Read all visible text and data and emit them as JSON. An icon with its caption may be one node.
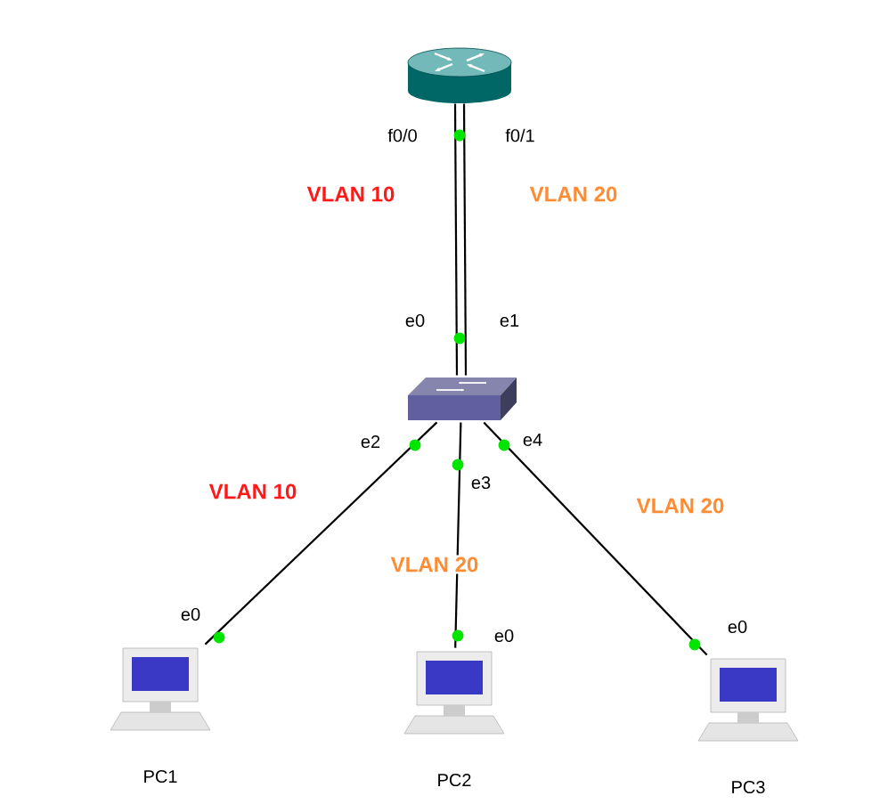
{
  "diagram": {
    "nodes": [
      {
        "text": [],
        "shape": "router"
      },
      {
        "text": [],
        "shape": "switch"
      },
      {
        "text": [],
        "shape": "computer",
        "beside": [
          "PC1"
        ]
      },
      {
        "text": [],
        "shape": "computer",
        "beside": [
          "PC2"
        ]
      },
      {
        "text": [],
        "shape": "computer",
        "beside": [
          "PC3"
        ]
      }
    ],
    "edges": [
      {
        "from": 0,
        "to": 1,
        "arrow": "none",
        "label": "VLAN 10"
      },
      {
        "from": 0,
        "to": 1,
        "arrow": "none",
        "label": "VLAN 20"
      },
      {
        "from": 1,
        "to": 2,
        "arrow": "none",
        "label": "VLAN 10"
      },
      {
        "from": 1,
        "to": 3,
        "arrow": "none",
        "label": "VLAN 20"
      },
      {
        "from": 1,
        "to": 4,
        "arrow": "none",
        "label": "VLAN 20"
      }
    ],
    "labels": [
      "f0/0",
      "f0/1",
      "e0",
      "e1",
      "e2",
      "e4",
      "e3",
      "e0",
      "e0",
      "e0"
    ]
  }
}
